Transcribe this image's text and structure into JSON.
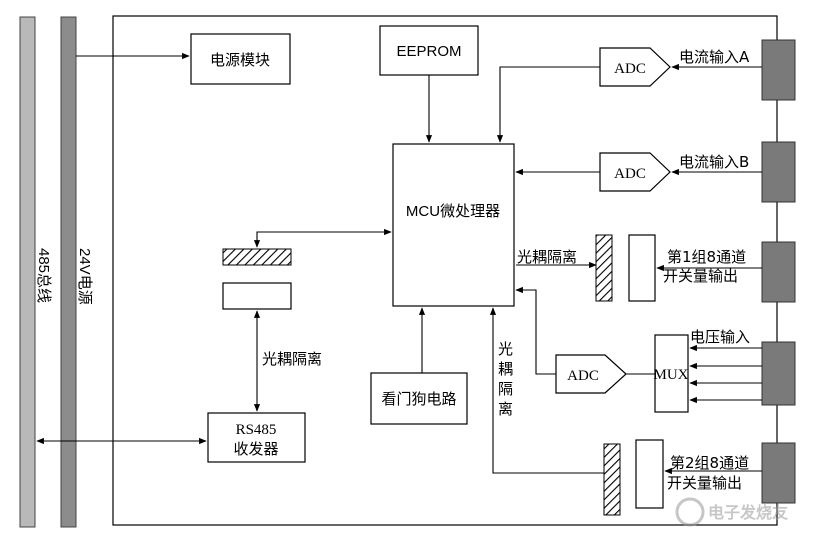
{
  "buses": {
    "rs485_bus": "485总线",
    "power_24v": "24V电源"
  },
  "blocks": {
    "power_module": "电源模块",
    "eeprom": "EEPROM",
    "mcu": "MCU微处理器",
    "watchdog": "看门狗电路",
    "rs485_transceiver_line1": "RS485",
    "rs485_transceiver_line2": "收发器",
    "adc": "ADC",
    "mux": "MUX"
  },
  "labels": {
    "optocoupler_rs485": "光耦隔离",
    "optocoupler_group1": "光耦隔离",
    "optocoupler_vertical": [
      "光",
      "耦",
      "隔",
      "离"
    ],
    "current_input_a": "电流输入A",
    "current_input_b": "电流输入B",
    "group1_output_line1": "第1组8通道",
    "group1_output_line2": "开关量输出",
    "voltage_input": "电压输入",
    "group2_output_line1": "第2组8通道",
    "group2_output_line2": "开关量输出"
  },
  "watermark": "电子发烧友",
  "colors": {
    "bus_light": "#b9b9b9",
    "bus_dark": "#8c8c8c",
    "connector": "#7a7a7a"
  }
}
